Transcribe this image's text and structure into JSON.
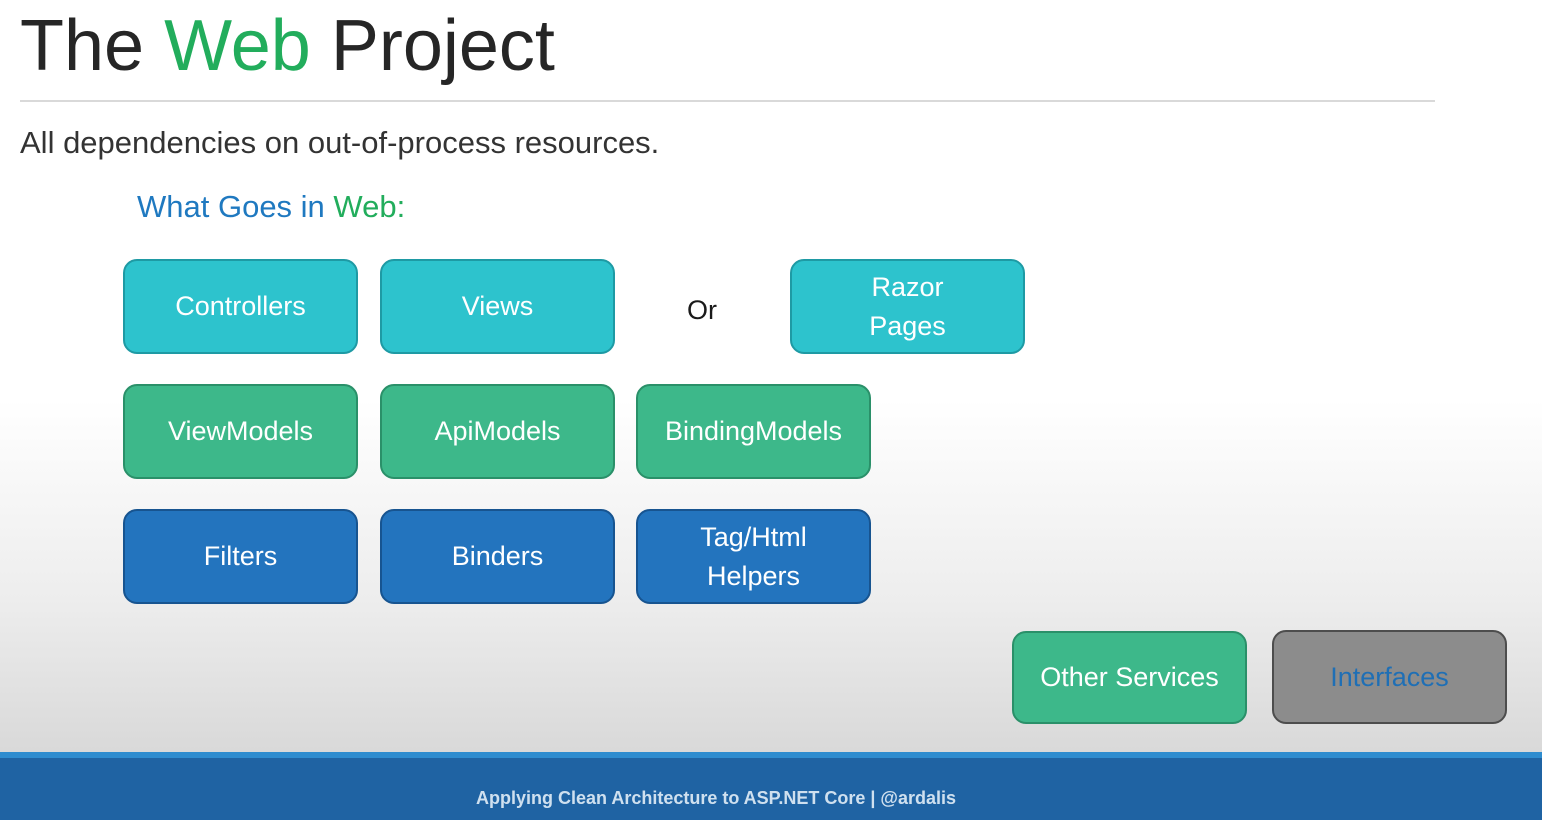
{
  "slide": {
    "title_part1": "The ",
    "title_accent": "Web",
    "title_part2": " Project",
    "subtitle": "All dependencies on out-of-process resources.",
    "section_heading_part1": "What Goes in ",
    "section_heading_accent": "Web:",
    "or_label": "Or"
  },
  "boxes": {
    "controllers": "Controllers",
    "views": "Views",
    "razor_pages_line1": "Razor",
    "razor_pages_line2": "Pages",
    "viewmodels": "ViewModels",
    "apimodels": "ApiModels",
    "bindingmodels": "BindingModels",
    "filters": "Filters",
    "binders": "Binders",
    "tag_helpers_line1": "Tag/Html",
    "tag_helpers_line2": "Helpers",
    "other_services": "Other Services",
    "interfaces": "Interfaces"
  },
  "footer": {
    "text": "Applying Clean Architecture to ASP.NET Core | @ardalis"
  },
  "colors": {
    "title_accent": "#22ad5c",
    "heading_blue": "#1f79c0",
    "teal_box": "#2dc3cd",
    "green_box": "#3db88a",
    "blue_box": "#2374be",
    "gray_box": "#8c8c8c",
    "footer_bar": "#1f63a3"
  }
}
